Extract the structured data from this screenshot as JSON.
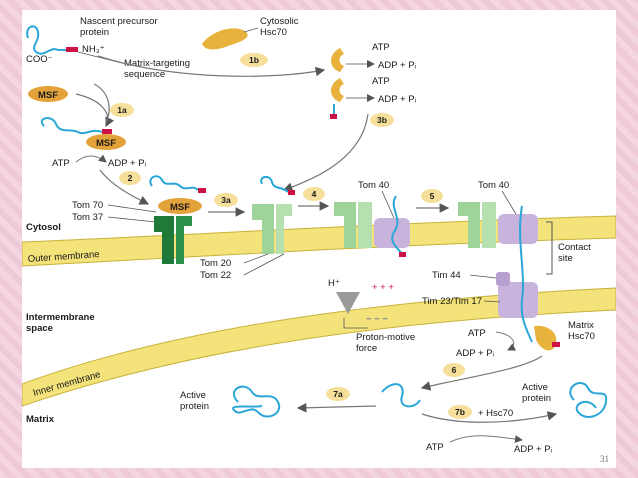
{
  "labels": {
    "nascent_line1": "Nascent precursor",
    "nascent_line2": "protein",
    "nh3": "NH₃⁺",
    "coo": "COO⁻",
    "matrix_seq_line1": "Matrix-targeting",
    "matrix_seq_line2": "sequence",
    "cytosolic_line1": "Cytosolic",
    "cytosolic_line2": "Hsc70",
    "atp": "ATP",
    "adp_pi": "ADP + Pᵢ",
    "msf": "MSF",
    "tom70": "Tom 70",
    "tom37": "Tom 37",
    "tom20": "Tom 20",
    "tom22": "Tom 22",
    "tom40": "Tom 40",
    "tim44": "Tim 44",
    "tim23_17": "Tim 23/Tim 17",
    "contact_line1": "Contact",
    "contact_line2": "site",
    "hplus": "H⁺",
    "plus_signs": "+ + +",
    "minus_signs": "− − −",
    "pmf_line1": "Proton-motive",
    "pmf_line2": "force",
    "matrix_hsc70_line1": "Matrix",
    "matrix_hsc70_line2": "Hsc70",
    "active_protein_line1": "Active",
    "active_protein_line2": "protein",
    "hsc70_plus": "+ Hsc70",
    "cytosol": "Cytosol",
    "outer_membrane": "Outer membrane",
    "intermembrane_line1": "Intermembrane",
    "intermembrane_line2": "space",
    "inner_membrane": "Inner membrane",
    "matrix": "Matrix",
    "page_number": "31"
  },
  "steps": [
    "1a",
    "1b",
    "2",
    "3a",
    "3b",
    "4",
    "5",
    "6",
    "7a",
    "7b"
  ],
  "colors": {
    "membrane": "#f3e37a",
    "membrane_edge": "#c9b23a",
    "tom_dark_green": "#1f7a3a",
    "tom_light_green": "#9ed49a",
    "tom40_purple": "#c7b3dc",
    "chaperone": "#e8b23c",
    "msf": "#e4a33a",
    "protein": "#2aa6d8",
    "signal": "#cc1144",
    "step_badge": "#f5df9a"
  }
}
